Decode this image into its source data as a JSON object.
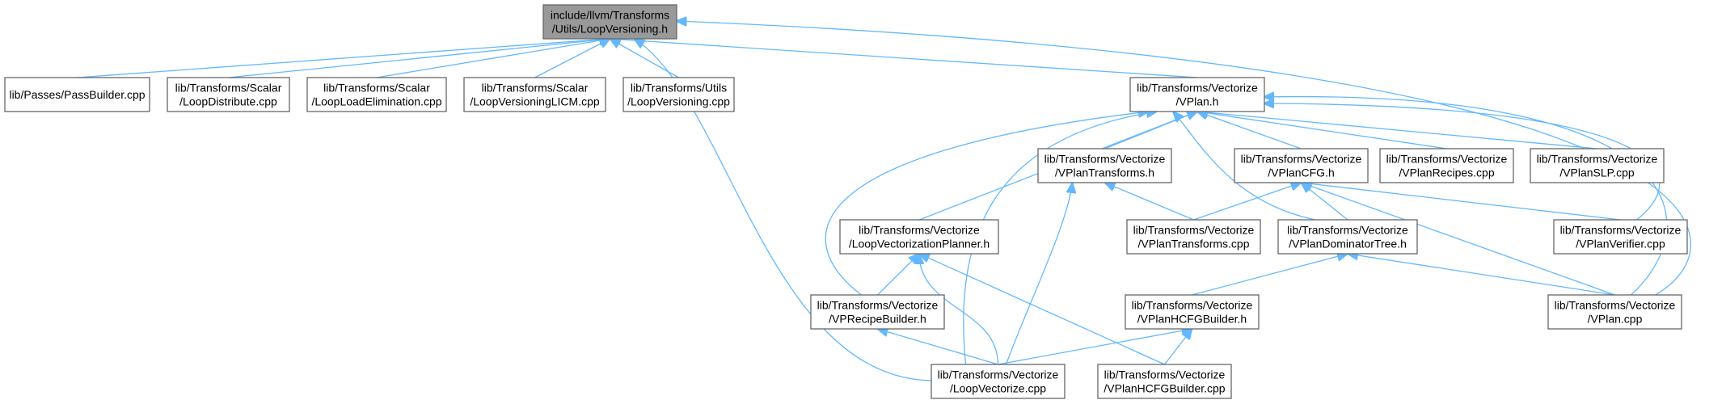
{
  "nodes": [
    {
      "id": "root",
      "lines": [
        "include/llvm/Transforms",
        "/Utils/LoopVersioning.h"
      ],
      "highlight": true
    },
    {
      "id": "passbuilder",
      "lines": [
        "lib/Passes/PassBuilder.cpp"
      ]
    },
    {
      "id": "loopdistribute",
      "lines": [
        "lib/Transforms/Scalar",
        "/LoopDistribute.cpp"
      ]
    },
    {
      "id": "looploadelim",
      "lines": [
        "lib/Transforms/Scalar",
        "/LoopLoadElimination.cpp"
      ]
    },
    {
      "id": "loopversioninglicm",
      "lines": [
        "lib/Transforms/Scalar",
        "/LoopVersioningLICM.cpp"
      ]
    },
    {
      "id": "loopversioningcpp",
      "lines": [
        "lib/Transforms/Utils",
        "/LoopVersioning.cpp"
      ]
    },
    {
      "id": "vplanh",
      "lines": [
        "lib/Transforms/Vectorize",
        "/VPlan.h"
      ]
    },
    {
      "id": "vplantransformsh",
      "lines": [
        "lib/Transforms/Vectorize",
        "/VPlanTransforms.h"
      ]
    },
    {
      "id": "vplancfgh",
      "lines": [
        "lib/Transforms/Vectorize",
        "/VPlanCFG.h"
      ]
    },
    {
      "id": "vplanrecipes",
      "lines": [
        "lib/Transforms/Vectorize",
        "/VPlanRecipes.cpp"
      ]
    },
    {
      "id": "vplanslp",
      "lines": [
        "lib/Transforms/Vectorize",
        "/VPlanSLP.cpp"
      ]
    },
    {
      "id": "lvplanner",
      "lines": [
        "lib/Transforms/Vectorize",
        "/LoopVectorizationPlanner.h"
      ]
    },
    {
      "id": "vplantransformscpp",
      "lines": [
        "lib/Transforms/Vectorize",
        "/VPlanTransforms.cpp"
      ]
    },
    {
      "id": "vplandomtree",
      "lines": [
        "lib/Transforms/Vectorize",
        "/VPlanDominatorTree.h"
      ]
    },
    {
      "id": "vplanverifier",
      "lines": [
        "lib/Transforms/Vectorize",
        "/VPlanVerifier.cpp"
      ]
    },
    {
      "id": "vprecipebuilder",
      "lines": [
        "lib/Transforms/Vectorize",
        "/VPRecipeBuilder.h"
      ]
    },
    {
      "id": "vplanhcfgbuilderh",
      "lines": [
        "lib/Transforms/Vectorize",
        "/VPlanHCFGBuilder.h"
      ]
    },
    {
      "id": "vplancpp",
      "lines": [
        "lib/Transforms/Vectorize",
        "/VPlan.cpp"
      ]
    },
    {
      "id": "loopvectorize",
      "lines": [
        "lib/Transforms/Vectorize",
        "/LoopVectorize.cpp"
      ]
    },
    {
      "id": "vplanhcfgbuildercpp",
      "lines": [
        "lib/Transforms/Vectorize",
        "/VPlanHCFGBuilder.cpp"
      ]
    }
  ],
  "edges": [
    {
      "from": "passbuilder",
      "to": "root"
    },
    {
      "from": "loopdistribute",
      "to": "root"
    },
    {
      "from": "looploadelim",
      "to": "root"
    },
    {
      "from": "loopversioninglicm",
      "to": "root"
    },
    {
      "from": "loopversioningcpp",
      "to": "root"
    },
    {
      "from": "vplanh",
      "to": "root"
    },
    {
      "from": "loopvectorize",
      "to": "root"
    },
    {
      "from": "vplancpp",
      "to": "root"
    },
    {
      "from": "vplantransformsh",
      "to": "vplanh"
    },
    {
      "from": "vplancfgh",
      "to": "vplanh"
    },
    {
      "from": "vplanrecipes",
      "to": "vplanh"
    },
    {
      "from": "vplanslp",
      "to": "vplanh"
    },
    {
      "from": "lvplanner",
      "to": "vplanh"
    },
    {
      "from": "vprecipebuilder",
      "to": "vplanh"
    },
    {
      "from": "loopvectorize",
      "to": "vplanh"
    },
    {
      "from": "vplandomtree",
      "to": "vplanh"
    },
    {
      "from": "vplanverifier",
      "to": "vplanh"
    },
    {
      "from": "vplancpp",
      "to": "vplanh"
    },
    {
      "from": "vplantransformscpp",
      "to": "vplantransformsh"
    },
    {
      "from": "loopvectorize",
      "to": "vplantransformsh"
    },
    {
      "from": "vplantransformscpp",
      "to": "vplancfgh"
    },
    {
      "from": "vplandomtree",
      "to": "vplancfgh"
    },
    {
      "from": "vplanverifier",
      "to": "vplancfgh"
    },
    {
      "from": "vplancpp",
      "to": "vplancfgh"
    },
    {
      "from": "vprecipebuilder",
      "to": "lvplanner"
    },
    {
      "from": "loopvectorize",
      "to": "lvplanner"
    },
    {
      "from": "vplanhcfgbuildercpp",
      "to": "lvplanner"
    },
    {
      "from": "vplanhcfgbuilderh",
      "to": "vplandomtree"
    },
    {
      "from": "vplancpp",
      "to": "vplandomtree"
    },
    {
      "from": "loopvectorize",
      "to": "vprecipebuilder"
    },
    {
      "from": "loopvectorize",
      "to": "vplanhcfgbuilderh"
    },
    {
      "from": "vplanhcfgbuildercpp",
      "to": "vplanhcfgbuilderh"
    }
  ],
  "colors": {
    "edge": "#63b8ff",
    "node_border": "#666666",
    "root_fill": "#999999",
    "node_fill": "#ffffff"
  }
}
